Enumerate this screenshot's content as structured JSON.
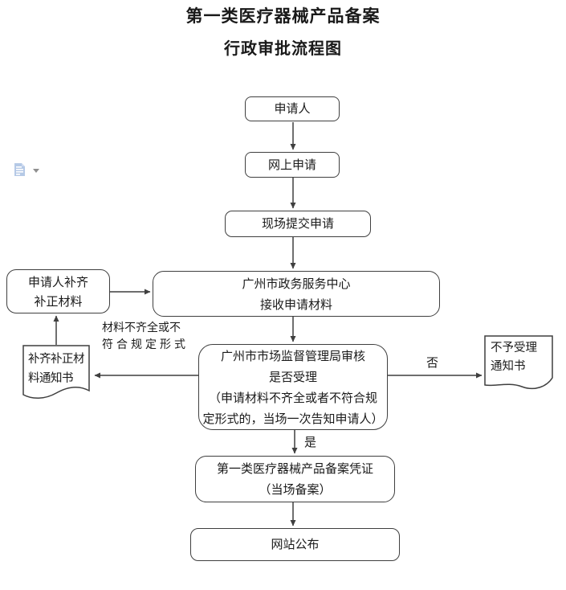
{
  "title": "第一类医疗器械产品备案",
  "subtitle": "行政审批流程图",
  "colors": {
    "line": "#3f3f3f",
    "paste_icon_blue": "#b5c9e6",
    "dropdown_gray": "#8f8f8f"
  },
  "flowchart": {
    "nodes": {
      "applicant": {
        "lines": [
          "申请人"
        ]
      },
      "online_application": {
        "lines": [
          "网上申请"
        ]
      },
      "onsite_submission": {
        "lines": [
          "现场提交申请"
        ]
      },
      "service_center": {
        "lines": [
          "广州市政务服务中心",
          "接收申请材料"
        ]
      },
      "acceptance_review": {
        "lines": [
          "广州市市场监督管理局审核",
          "是否受理",
          "（申请材料不齐全或者不符合规",
          "定形式的，当场一次告知申请人）"
        ]
      },
      "applicant_supplement": {
        "lines": [
          "申请人补齐",
          "补正材料"
        ]
      },
      "supplement_notice": {
        "lines": [
          "补齐补正材",
          "料通知书"
        ]
      },
      "rejection_notice": {
        "lines": [
          "不予受理",
          "通知书"
        ]
      },
      "filing_certificate": {
        "lines": [
          "第一类医疗器械产品备案凭证",
          "（当场备案）"
        ]
      },
      "website_publication": {
        "lines": [
          "网站公布"
        ]
      }
    },
    "edge_labels": {
      "incomplete_materials_line1": "材料不齐全或不",
      "incomplete_materials_line2": "符合规定形式",
      "no": "否",
      "yes": "是"
    }
  }
}
